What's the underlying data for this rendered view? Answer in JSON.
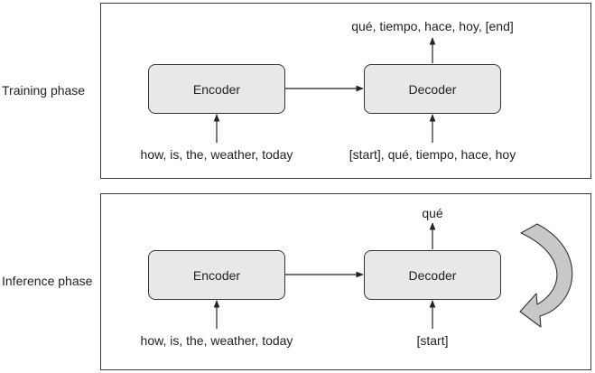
{
  "training": {
    "label": "Training phase",
    "encoder_label": "Encoder",
    "decoder_label": "Decoder",
    "encoder_input": "how, is, the, weather, today",
    "decoder_input": "[start], qué, tiempo, hace, hoy",
    "decoder_output": "qué, tiempo, hace, hoy, [end]"
  },
  "inference": {
    "label": "Inference phase",
    "encoder_label": "Encoder",
    "decoder_label": "Decoder",
    "encoder_input": "how, is, the, weather, today",
    "decoder_input": "[start]",
    "decoder_output": "qué"
  },
  "colors": {
    "box_fill": "#e8e8e8",
    "line": "#222222",
    "loop_arrow_fill": "#c8c8c8"
  }
}
